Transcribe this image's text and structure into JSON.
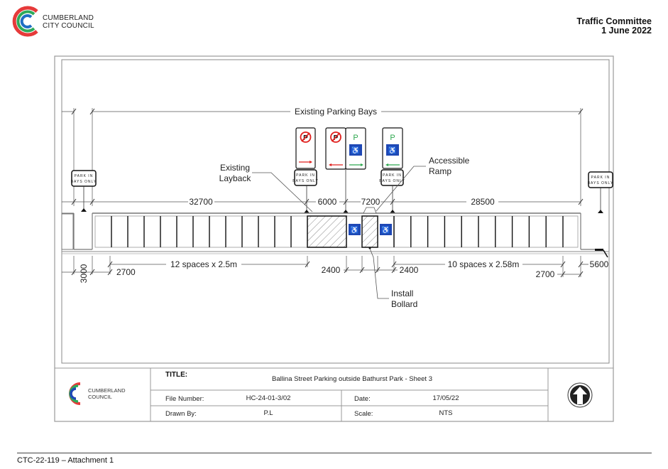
{
  "header": {
    "org_line1": "CUMBERLAND",
    "org_line2": "CITY COUNCIL",
    "meeting": "Traffic Committee",
    "date": "1 June 2022"
  },
  "diagram": {
    "overall_label": "Existing Parking Bays",
    "labels": {
      "existing_layback": [
        "Existing",
        "Layback"
      ],
      "accessible_ramp": [
        "Accessible",
        "Ramp"
      ],
      "install_bollard": [
        "Install",
        "Bollard"
      ]
    },
    "dimensions": {
      "left_run": "32700",
      "layback": "6000",
      "middle": "7200",
      "right_run": "28500",
      "left_gap": "3000",
      "left_offset": "2700",
      "left_spaces": "12 spaces x 2.5m",
      "accessible_left": "2400",
      "accessible_right": "2400",
      "right_spaces": "10 spaces x 2.58m",
      "right_offset": "2700",
      "right_end": "5600"
    },
    "signs": {
      "park_in_bays_line1": "PARK IN",
      "park_in_bays_line2": "BAYS ONLY",
      "parking_letter": "P"
    },
    "left_bay_count": 12,
    "right_bay_count": 10,
    "colors": {
      "no_parking_red": "#e0201e",
      "accessible_green": "#2fa84f",
      "accessible_blue": "#1f48b5",
      "line": "#333333"
    }
  },
  "title_block": {
    "org_line1": "CUMBERLAND",
    "org_line2": "COUNCIL",
    "title_label": "TITLE:",
    "title_value": "Ballina Street Parking outside Bathurst Park - Sheet 3",
    "file_number_label": "File Number:",
    "file_number_value": "HC-24-01-3/02",
    "date_label": "Date:",
    "date_value": "17/05/22",
    "drawn_by_label": "Drawn By:",
    "drawn_by_value": "P.L",
    "scale_label": "Scale:",
    "scale_value": "NTS",
    "north_arrow": "north-arrow-icon"
  },
  "footer": {
    "attachment": "CTC-22-119 – Attachment 1"
  }
}
